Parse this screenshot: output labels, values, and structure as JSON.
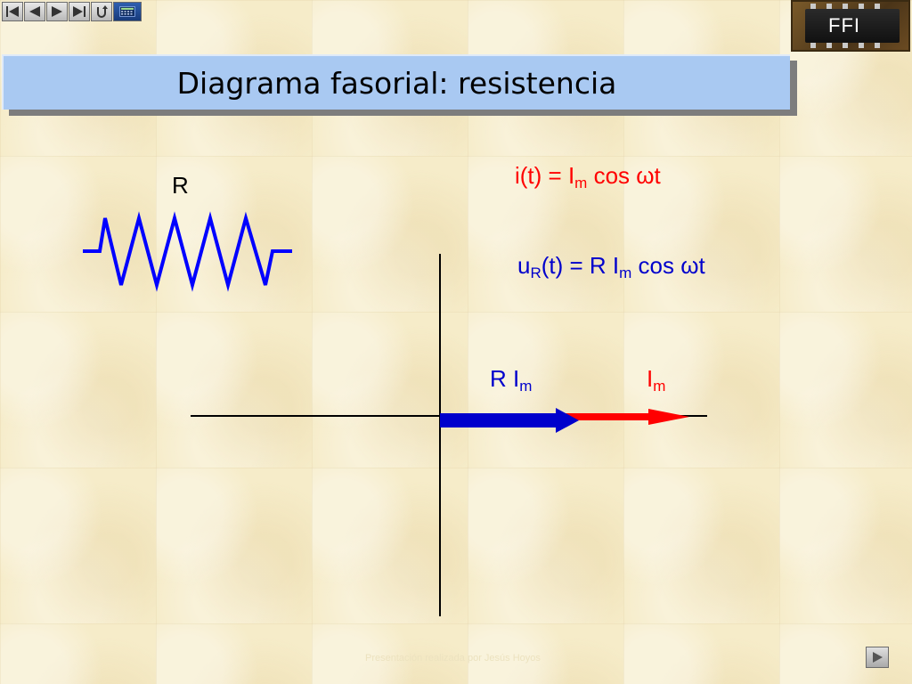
{
  "title": "Diagrama fasorial: resistencia",
  "logo": {
    "text": "FFI"
  },
  "navigation": {
    "buttons": [
      "first-slide",
      "previous-slide",
      "next-slide",
      "last-slide",
      "return",
      "calculator"
    ]
  },
  "resistor": {
    "label": "R"
  },
  "equations": {
    "current": {
      "prefix": "i(t) = I",
      "sub": "m",
      "suffix": " cos ωt"
    },
    "voltage": {
      "prefix": "u",
      "sub1": "R",
      "middle": "(t) =  R I",
      "sub2": "m",
      "suffix": " cos ωt"
    }
  },
  "phasors": {
    "voltage_label": {
      "text": "R I",
      "sub": "m"
    },
    "current_label": {
      "text": "I",
      "sub": "m"
    }
  },
  "footer": {
    "text": "Presentación realizada por Jesús Hoyos"
  },
  "colors": {
    "current": "#ff0000",
    "voltage": "#0000cc",
    "title_bar": "#a9c9f2"
  }
}
